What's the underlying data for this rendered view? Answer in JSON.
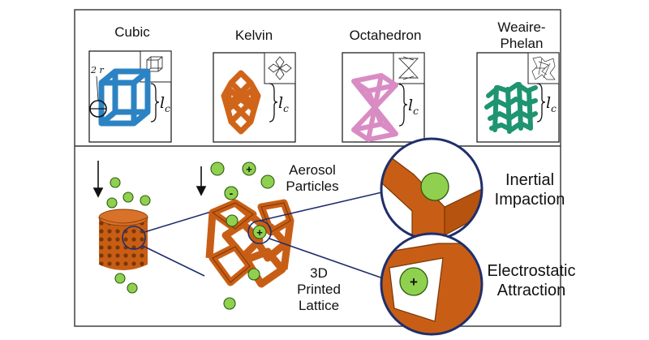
{
  "lattices": [
    {
      "name": "Cubic",
      "dimension_label": "l",
      "dimension_sub": "c",
      "radius_label": "2 r"
    },
    {
      "name": "Kelvin",
      "dimension_label": "l",
      "dimension_sub": "c"
    },
    {
      "name": "Octahedron",
      "dimension_label": "l",
      "dimension_sub": "c"
    },
    {
      "name": "Weaire-\nPhelan",
      "dimension_label": "l",
      "dimension_sub": "c"
    }
  ],
  "labels": {
    "aerosol": "Aerosol\nParticles",
    "printed": "3D\nPrinted\nLattice",
    "inertial": "Inertial\nImpaction",
    "electrostatic": "Electrostatic\nAttraction"
  },
  "charges": {
    "positive": "+",
    "negative": "-"
  },
  "colors": {
    "cubic": "#2c83c3",
    "kelvin": "#d0651a",
    "octahedron": "#d98cc4",
    "weaire_phelan": "#1e9470",
    "particle": "#8fd14f",
    "zoom_circle": "#1f2f6b"
  }
}
